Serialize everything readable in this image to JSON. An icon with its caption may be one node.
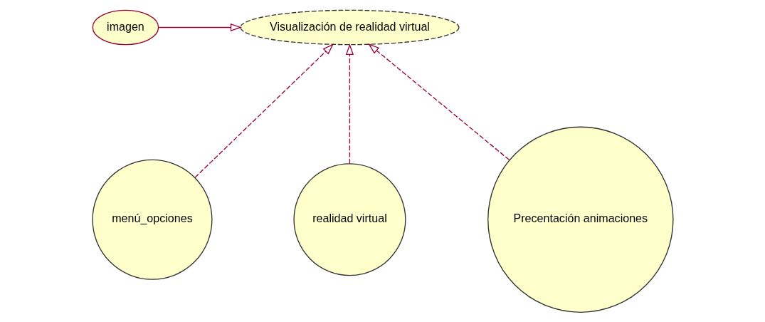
{
  "diagram": {
    "nodes": [
      {
        "text": [
          "imagen"
        ]
      },
      {
        "text": [
          "Visualización de realidad virtual"
        ]
      },
      {
        "text": [
          "menú_opciones"
        ]
      },
      {
        "text": [
          "realidad virtual"
        ]
      },
      {
        "text": [
          "Precentación animaciones"
        ]
      }
    ],
    "edges": [
      {
        "from": 0,
        "to": 1,
        "arrow": "to"
      },
      {
        "from": 2,
        "to": 1,
        "arrow": "to",
        "style": "dashed"
      },
      {
        "from": 3,
        "to": 1,
        "arrow": "to",
        "style": "dashed"
      },
      {
        "from": 4,
        "to": 1,
        "arrow": "to",
        "style": "dashed"
      }
    ]
  }
}
